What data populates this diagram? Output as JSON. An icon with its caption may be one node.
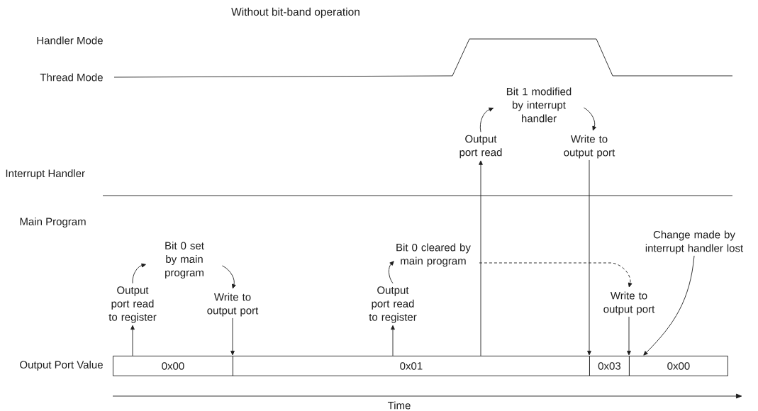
{
  "diagram": {
    "title": "Without bit-band operation",
    "nodes": [
      {
        "text": [
          "0x00"
        ]
      },
      {
        "text": [
          "0x01"
        ]
      },
      {
        "text": [
          "0x03"
        ]
      },
      {
        "text": [
          "0x00"
        ]
      },
      {
        "text": [
          "Output port read to register"
        ]
      },
      {
        "text": [
          "Bit 0 set by main program"
        ]
      },
      {
        "text": [
          "Write to output port"
        ]
      },
      {
        "text": [
          "Output port read to register"
        ]
      },
      {
        "text": [
          "Bit 0 cleared by main program"
        ]
      },
      {
        "text": [
          "Write to output port"
        ]
      },
      {
        "text": [
          "Output port read"
        ]
      },
      {
        "text": [
          "Bit 1 modified by interrupt handler"
        ]
      },
      {
        "text": [
          "Write to output port"
        ]
      },
      {
        "text": [
          "Change made by interrupt handler lost"
        ]
      }
    ],
    "edges": [
      {
        "from": 0,
        "to": 4,
        "arrow": "to"
      },
      {
        "from": 4,
        "to": 5,
        "arrow": "to"
      },
      {
        "from": 5,
        "to": 6,
        "arrow": "to"
      },
      {
        "from": 6,
        "to": 1,
        "arrow": "to"
      },
      {
        "from": 1,
        "to": 7,
        "arrow": "to"
      },
      {
        "from": 7,
        "to": 8,
        "arrow": "to"
      },
      {
        "from": 8,
        "to": 9,
        "arrow": "to",
        "style": "dashed"
      },
      {
        "from": 1,
        "to": 10,
        "arrow": "to"
      },
      {
        "from": 10,
        "to": 11,
        "arrow": "to"
      },
      {
        "from": 11,
        "to": 12,
        "arrow": "to"
      },
      {
        "from": 12,
        "to": 2,
        "arrow": "to"
      },
      {
        "from": 9,
        "to": 3,
        "arrow": "to"
      },
      {
        "from": 13,
        "to": 3,
        "arrow": "to"
      }
    ],
    "labels": [
      "Handler Mode",
      "Thread Mode",
      "Interrupt Handler",
      "Main Program",
      "Output Port Value",
      "Time"
    ]
  }
}
